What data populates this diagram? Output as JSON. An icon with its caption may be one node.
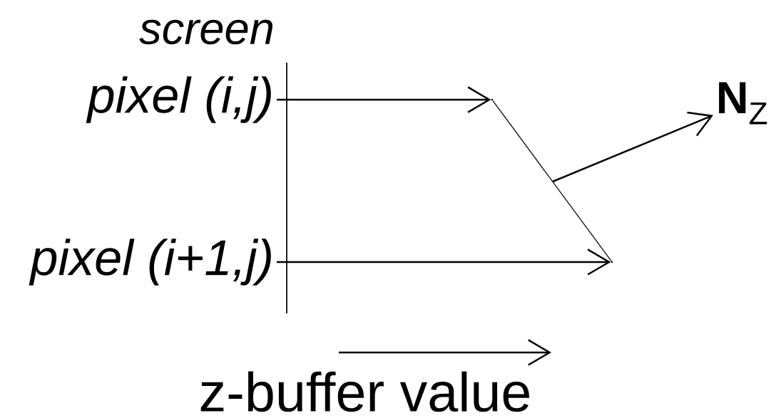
{
  "diagram": {
    "nodes": [
      {
        "text": [
          "pixel (i,j)"
        ]
      },
      {
        "text": [
          "pixel (i+1,j)"
        ]
      },
      {
        "text": [],
        "shape": "point"
      },
      {
        "text": [],
        "shape": "point"
      },
      {
        "text": [
          "**N**$_{Z}$"
        ]
      }
    ],
    "edges": [
      {
        "from": 0,
        "to": 2,
        "arrow": "to"
      },
      {
        "from": 1,
        "to": 3,
        "arrow": "to"
      },
      {
        "from": 2,
        "to": 3,
        "arrow": "none"
      },
      {
        "from": null,
        "to": 4,
        "arrow": "to"
      }
    ],
    "labels": [
      "screen",
      "z-buffer value"
    ]
  }
}
